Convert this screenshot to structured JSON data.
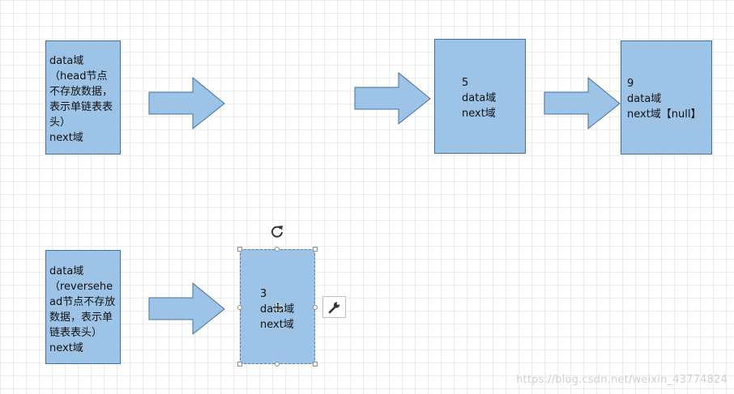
{
  "nodes": {
    "head": {
      "text": "data域\n（head节点不存放数据，表示单链表表头）\nnext域"
    },
    "node5": {
      "text": "5\ndata域\nnext域"
    },
    "node9": {
      "text": "9\ndata域\nnext域【null】"
    },
    "reversehead": {
      "text": "data域\n（reversehead节点不存放数据，表示单链表表头）\nnext域"
    },
    "node3": {
      "text": "3\ndata域\nnext域"
    }
  },
  "icons": {
    "rotate": "rotate-icon",
    "wrench": "wrench-icon",
    "move_cursor": "move-cursor-icon",
    "arrow": "right-block-arrow"
  },
  "colors": {
    "node_fill": "#9dc3e6",
    "node_border": "#41719c",
    "grid": "#ececec"
  },
  "watermark": "https://blog.csdn.net/weixin_43774824"
}
